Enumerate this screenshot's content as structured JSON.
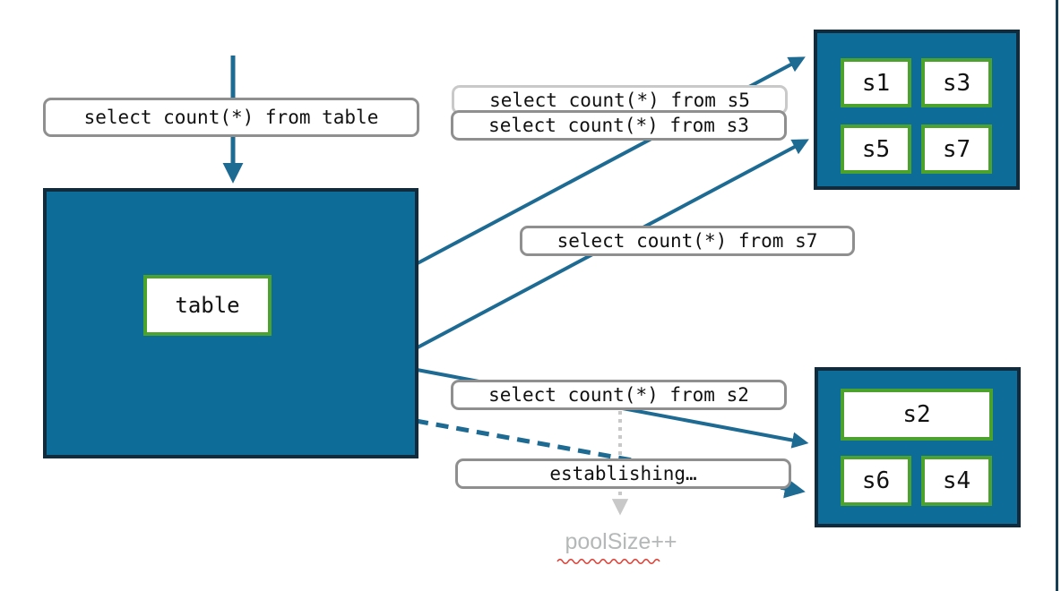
{
  "queries": {
    "table": "select count(*) from table",
    "s5": "select count(*) from s5",
    "s3": "select count(*) from s3",
    "s7": "select count(*) from s7",
    "s2": "select count(*) from s2",
    "establishing": "establishing…"
  },
  "source": {
    "label": "table"
  },
  "shard_groups": {
    "top": {
      "items": [
        "s1",
        "s3",
        "s5",
        "s7"
      ]
    },
    "bottom": {
      "items": [
        "s2",
        "s6",
        "s4"
      ]
    }
  },
  "notes": {
    "pool_size": "poolSize++"
  },
  "colors": {
    "teal_fill": "#0E6C98",
    "dark_border": "#112B3C",
    "green_border": "#4BA32E",
    "arrow": "#1D6A93",
    "label_border": "#8F8F8F",
    "label_border_light": "#C9C9C9",
    "dotted_gray": "#C8C8C8",
    "muted_text": "#B5B8B8",
    "squiggle_red": "#E0392E",
    "slide_edge": "#173F55"
  }
}
